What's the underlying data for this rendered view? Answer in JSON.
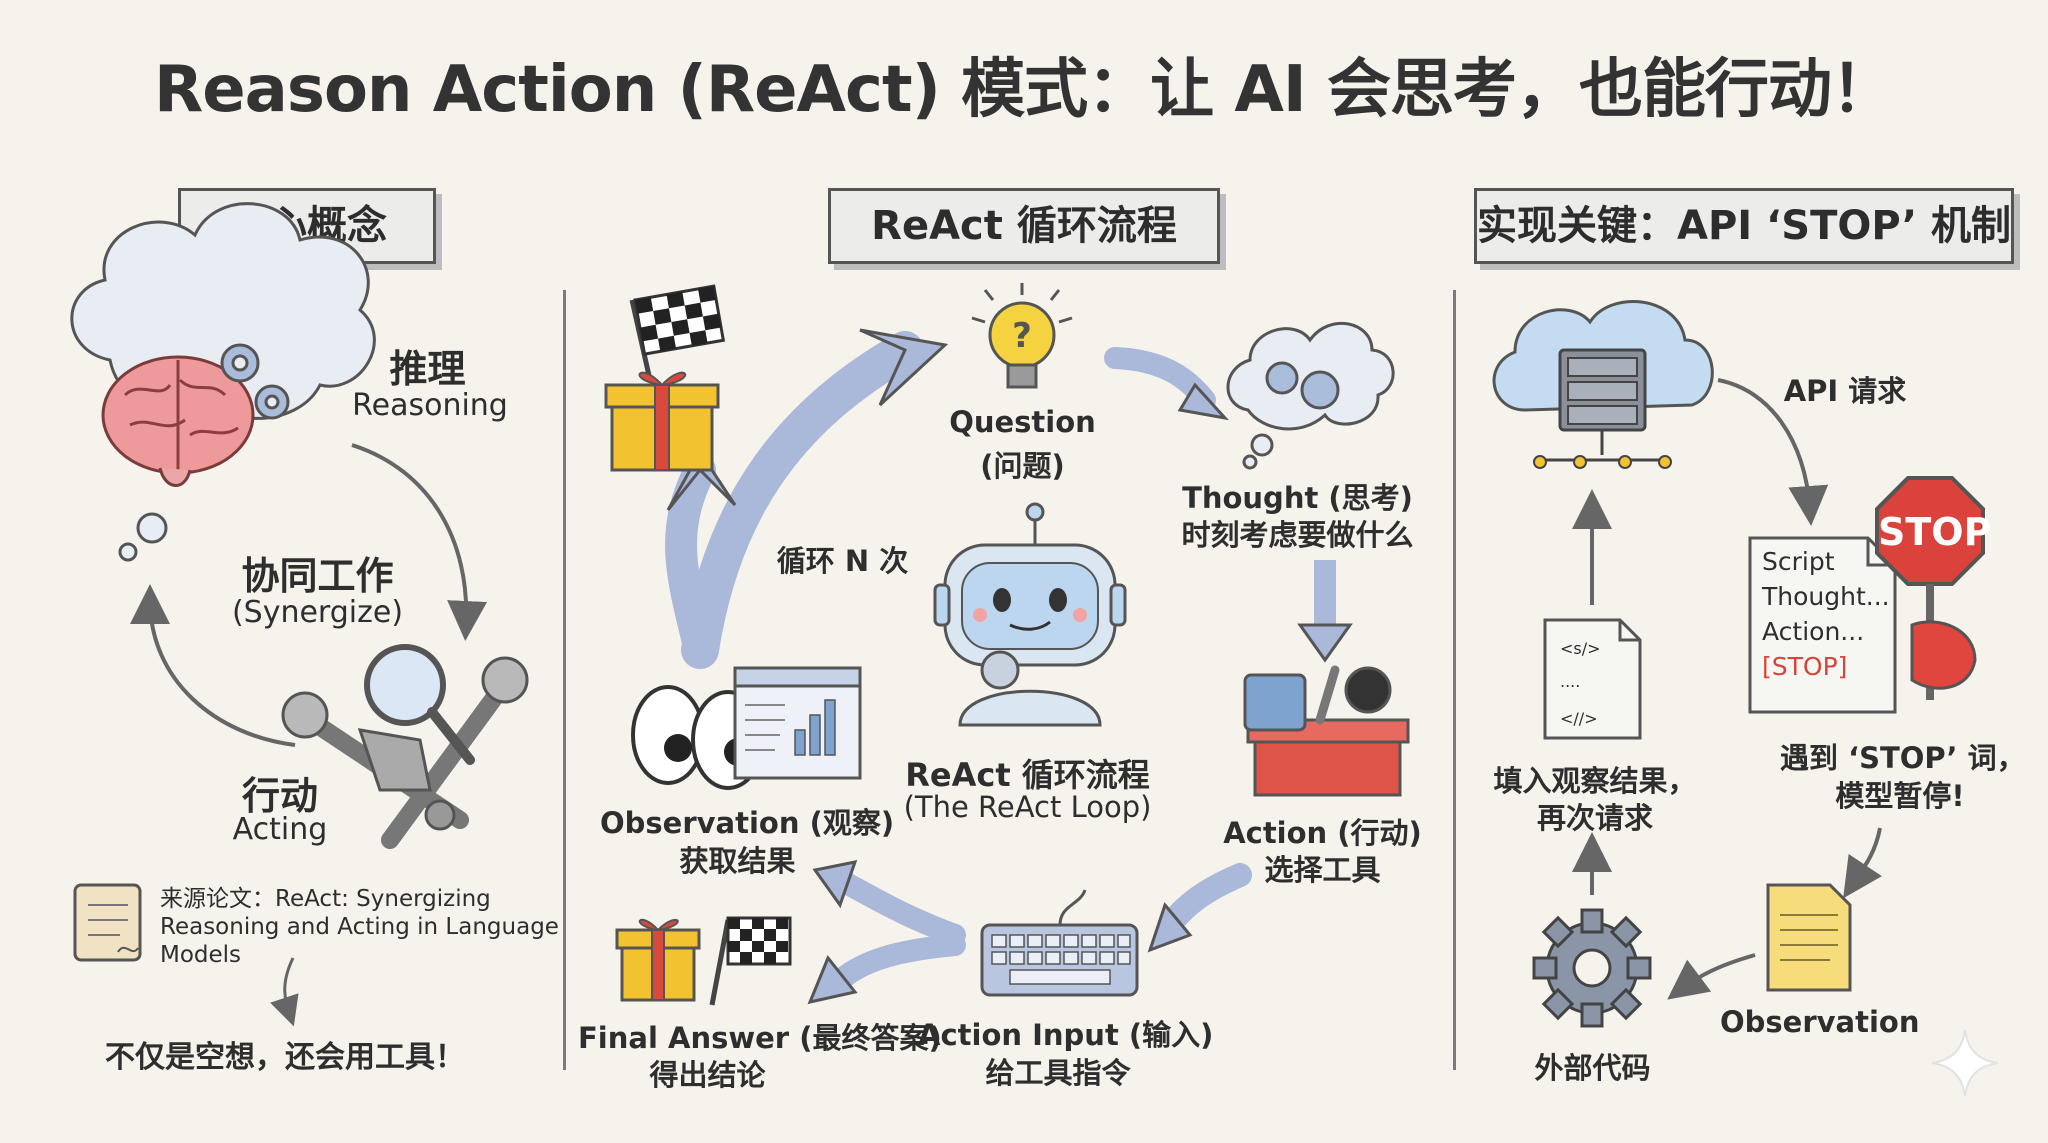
{
  "title": "Reason Action (ReAct) 模式：让 AI 会思考，也能行动！",
  "sections": {
    "core": "核心概念",
    "loop": "ReAct 循环流程",
    "key": "实现关键：API ‘STOP’ 机制"
  },
  "core": {
    "reasoning_cn": "推理",
    "reasoning_en": "Reasoning",
    "synergize_cn": "协同工作",
    "synergize_en": "(Synergize)",
    "acting_cn": "行动",
    "acting_en": "Acting",
    "source_line1": "来源论文：ReAct: Synergizing",
    "source_line2": "Reasoning and Acting in Language",
    "source_line3": "Models",
    "tagline": "不仅是空想，还会用工具！"
  },
  "loop": {
    "question_en": "Question",
    "question_cn": "(问题)",
    "thought_en": "Thought (思考)",
    "thought_cn": "时刻考虑要做什么",
    "action_en": "Action (行动)",
    "action_cn": "选择工具",
    "action_input_en": "Action Input (输入)",
    "action_input_cn": "给工具指令",
    "observation_en": "Observation (观察)",
    "observation_cn": "获取结果",
    "final_en": "Final Answer (最终答案)",
    "final_cn": "得出结论",
    "loop_n": "循环 N 次",
    "center_cn": "ReAct 循环流程",
    "center_en": "(The ReAct Loop)"
  },
  "key": {
    "api_request": "API 请求",
    "stop_sign": "STOP",
    "script_lines": [
      "Script",
      "Thought...",
      "Action...",
      "[STOP]"
    ],
    "stop_caption_1": "遇到 ‘STOP’ 词，",
    "stop_caption_2": "模型暂停!",
    "observation": "Observation",
    "external_code": "外部代码",
    "refill_1": "填入观察结果，",
    "refill_2": "再次请求",
    "code_lines": [
      "<s/>",
      "....",
      "<//>"
    ]
  },
  "colors": {
    "arrow_blue": "#aab8da",
    "stop_red": "#d9433b",
    "gift_yellow": "#f2c230",
    "gift_red": "#d94a3c",
    "cloud_blue": "#c4dcf2",
    "brain_pink": "#ef9a9a",
    "robot_blue": "#bcd6f0"
  }
}
